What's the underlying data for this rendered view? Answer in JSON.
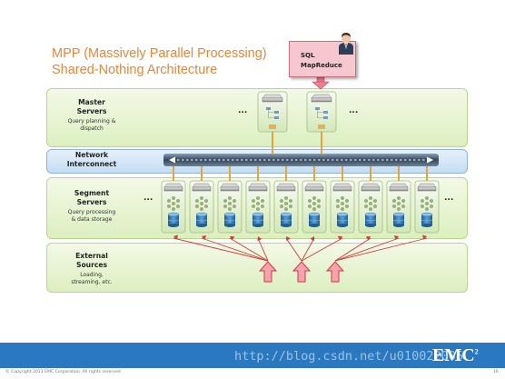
{
  "title": {
    "line1": "MPP (Massively Parallel Processing)",
    "line2": "Shared-Nothing Architecture"
  },
  "client_box": {
    "line1": "SQL",
    "line2": "MapReduce"
  },
  "layers": {
    "master": {
      "name_line1": "Master",
      "name_line2": "Servers",
      "desc_line1": "Query planning &",
      "desc_line2": "dispatch"
    },
    "network": {
      "name_line1": "Network",
      "name_line2": "Interconnect"
    },
    "segment": {
      "name_line1": "Segment",
      "name_line2": "Servers",
      "desc_line1": "Query processing",
      "desc_line2": "& data storage"
    },
    "external": {
      "name_line1": "External",
      "name_line2": "Sources",
      "desc_line1": "Loading,",
      "desc_line2": "streaming, etc."
    }
  },
  "ellipsis": "...",
  "footer": {
    "copyright": "© Copyright 2011 EMC Corporation. All rights reserved.",
    "page_number": "16",
    "logo": "EMC",
    "logo_sup": "2",
    "watermark": "http://blog.csdn.net/u010022005"
  },
  "colors": {
    "title": "#e8863a",
    "band_green": "#dcefc0",
    "band_blue": "#c4ddf3",
    "arrow_red": "#d43a3a",
    "connector_orange": "#e8a33a",
    "footer_blue": "#2a78bf"
  }
}
